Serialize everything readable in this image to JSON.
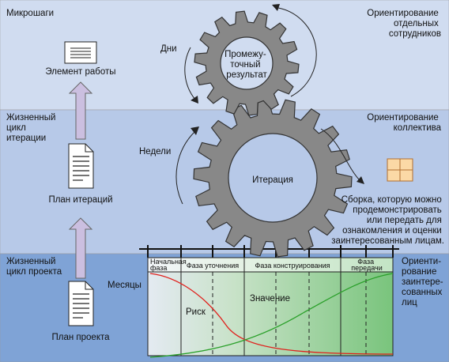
{
  "colors": {
    "band_top": "#d0dcf0",
    "band_mid": "#b7c9e8",
    "band_bottom": "#7fa3d6",
    "gear": "#888888",
    "arrow": "#cbbfe0",
    "risk": "#e0201c",
    "value": "#2aa02a"
  },
  "bands": {
    "top": {
      "left": "Микрошаги",
      "right": [
        "Ориентирование",
        "отдельных",
        "сотрудников"
      ]
    },
    "middle": {
      "left": [
        "Жизненный",
        "цикл",
        "итерации"
      ],
      "right": [
        "Ориентирование",
        "коллектива"
      ]
    },
    "bottom": {
      "left": [
        "Жизненный",
        "цикл проекта"
      ],
      "right": [
        "Ориенти-",
        "рование",
        "заинтере-",
        "сованных",
        "лиц"
      ]
    }
  },
  "items": {
    "work_element": "Элемент работы",
    "iteration_plan": "План итераций",
    "project_plan": "План проекта",
    "build_text": [
      "Сборка, которую можно",
      "продемонстрировать",
      "или передать для",
      "ознакомления и оценки",
      "заинтересованным лицам."
    ]
  },
  "gears": {
    "small": [
      "Промежу-",
      "точный",
      "результат"
    ],
    "small_time": "Дни",
    "large": "Итерация",
    "large_time": "Недели",
    "timeline_time": "Месяцы"
  },
  "phases": {
    "inception": [
      "Начальная",
      "фаза"
    ],
    "elaboration": "Фаза уточнения",
    "construction": "Фаза конструирования",
    "transition": [
      "Фаза",
      "передачи"
    ]
  },
  "curves": {
    "risk": "Риск",
    "value": "Значение"
  }
}
